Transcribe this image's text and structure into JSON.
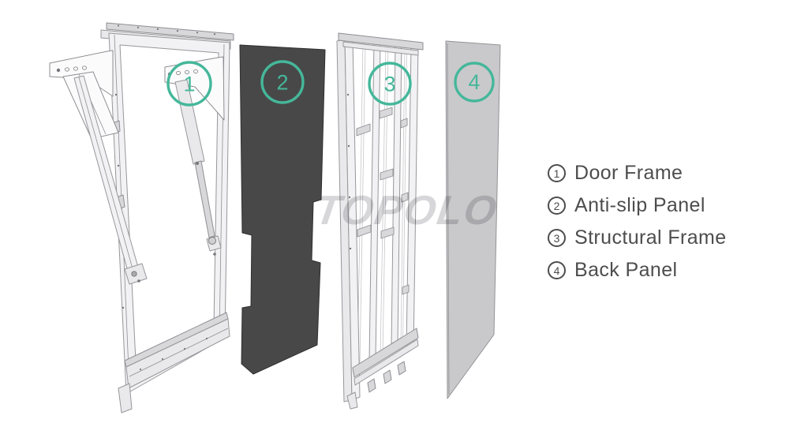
{
  "watermark": {
    "text": "TOPOLO"
  },
  "parts": [
    {
      "number": "1",
      "name": "Door Frame"
    },
    {
      "number": "2",
      "name": "Anti-slip Panel"
    },
    {
      "number": "3",
      "name": "Structural Frame"
    },
    {
      "number": "4",
      "name": "Back Panel"
    }
  ],
  "legend": {
    "items": [
      {
        "number": "1",
        "label": "Door Frame"
      },
      {
        "number": "2",
        "label": "Anti-slip Panel"
      },
      {
        "number": "3",
        "label": "Structural Frame"
      },
      {
        "number": "4",
        "label": "Back Panel"
      }
    ]
  },
  "colors": {
    "accent_teal": "#45b79a",
    "anti_slip_panel": "#484848",
    "back_panel": "#c9c9cb",
    "line_art_stroke": "#97979b",
    "legend_text": "#4d4d4d",
    "watermark": "#9a9a9e",
    "background": "#ffffff"
  }
}
